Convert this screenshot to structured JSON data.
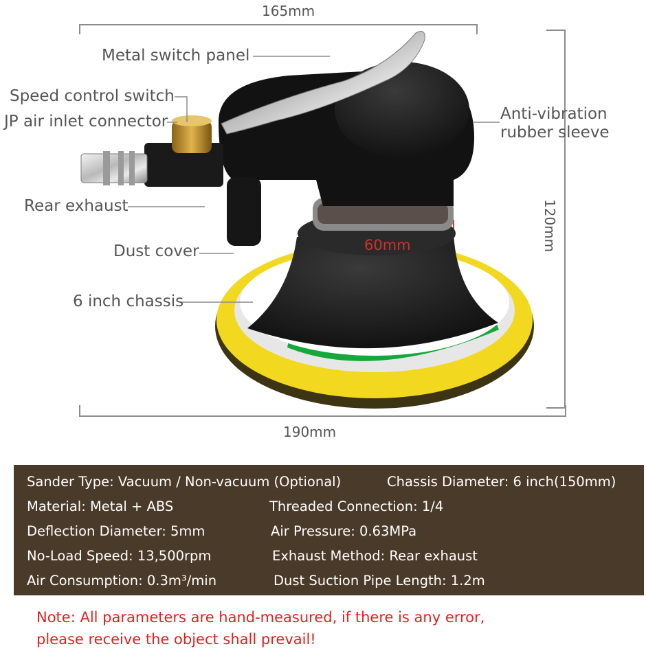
{
  "dimensions": {
    "top_width": "165mm",
    "bottom_width": "190mm",
    "height": "120mm",
    "neck": "60mm"
  },
  "callouts": {
    "metal_switch_panel": "Metal switch panel",
    "speed_control_switch": "Speed control switch",
    "jp_air_inlet": "JP air inlet connector",
    "anti_vibration_1": "Anti-vibration",
    "anti_vibration_2": "rubber sleeve",
    "rear_exhaust": "Rear exhaust",
    "dust_cover": "Dust cover",
    "chassis": "6 inch chassis"
  },
  "specs": {
    "sander_type": "Sander Type: Vacuum / Non-vacuum (Optional)",
    "chassis_diameter": "Chassis Diameter: 6 inch(150mm)",
    "material": "Material: Metal + ABS",
    "threaded_connection": "Threaded Connection: 1/4",
    "deflection_diameter": "Deflection Diameter: 5mm",
    "air_pressure": "Air Pressure: 0.63MPa",
    "no_load_speed": "No-Load Speed: 13,500rpm",
    "exhaust_method": "Exhaust Method: Rear exhaust",
    "air_consumption": "Air Consumption: 0.3m³/min",
    "dust_pipe_length": "Dust Suction Pipe Length: 1.2m"
  },
  "note": {
    "line1": "Note: All parameters are hand-measured, if there is any error,",
    "line2": "please receive the object shall prevail!"
  },
  "colors": {
    "spec_background": "#4a3a29",
    "note_red": "#e5201c",
    "pad_yellow": "#f2d81e",
    "body_black": "#1a1a1a"
  }
}
